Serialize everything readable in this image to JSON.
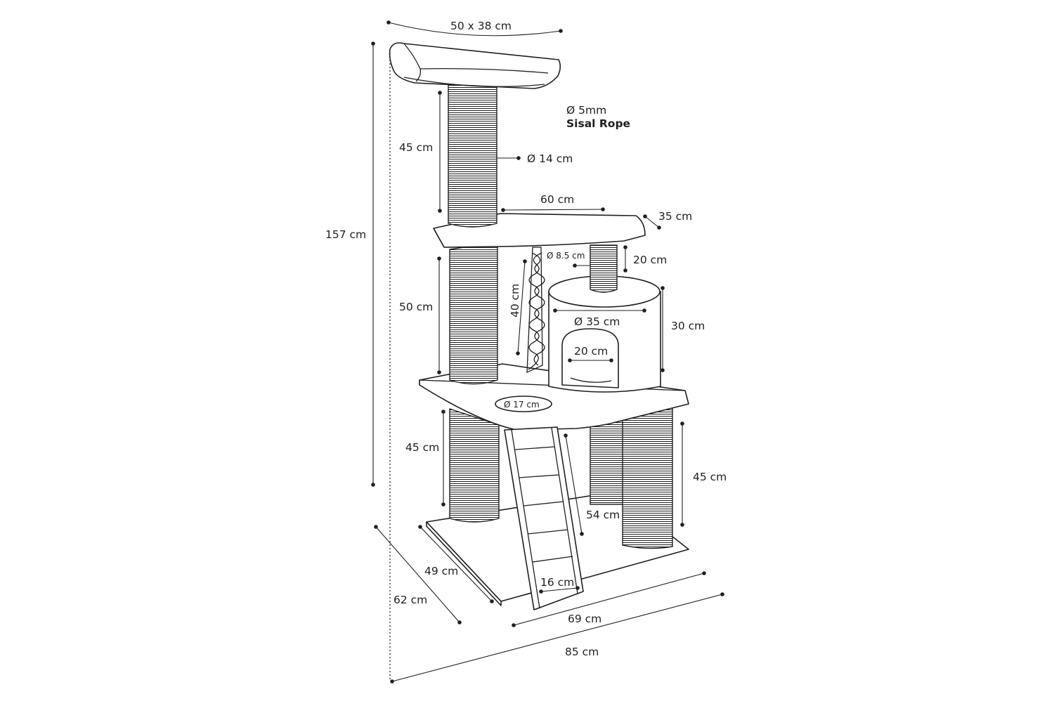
{
  "product": "cat-scratching-tree",
  "dimensions": {
    "top_bed": "50 x 38 cm",
    "total_height": "157 cm",
    "top_post_height": "45 cm",
    "top_post_diameter": "Ø 14 cm",
    "rope_diameter": "Ø 5mm",
    "rope_name": "Sisal Rope",
    "platform_width": "60 cm",
    "platform_depth": "35 cm",
    "small_post_diameter": "Ø 8.5 cm",
    "small_post_height": "20 cm",
    "rope_length": "40 cm",
    "middle_post_height": "50 cm",
    "house_diameter": "Ø 35 cm",
    "house_height": "30 cm",
    "house_opening": "20 cm",
    "platform_hole": "Ø 17 cm",
    "lower_post_left": "45 cm",
    "lower_post_right": "45 cm",
    "ladder_length": "54 cm",
    "ladder_width": "16 cm",
    "base_depth": "49 cm",
    "overall_depth": "62 cm",
    "base_width": "69 cm",
    "overall_width": "85 cm"
  },
  "colors": {
    "line": "#1f1f1f",
    "background": "#ffffff"
  }
}
